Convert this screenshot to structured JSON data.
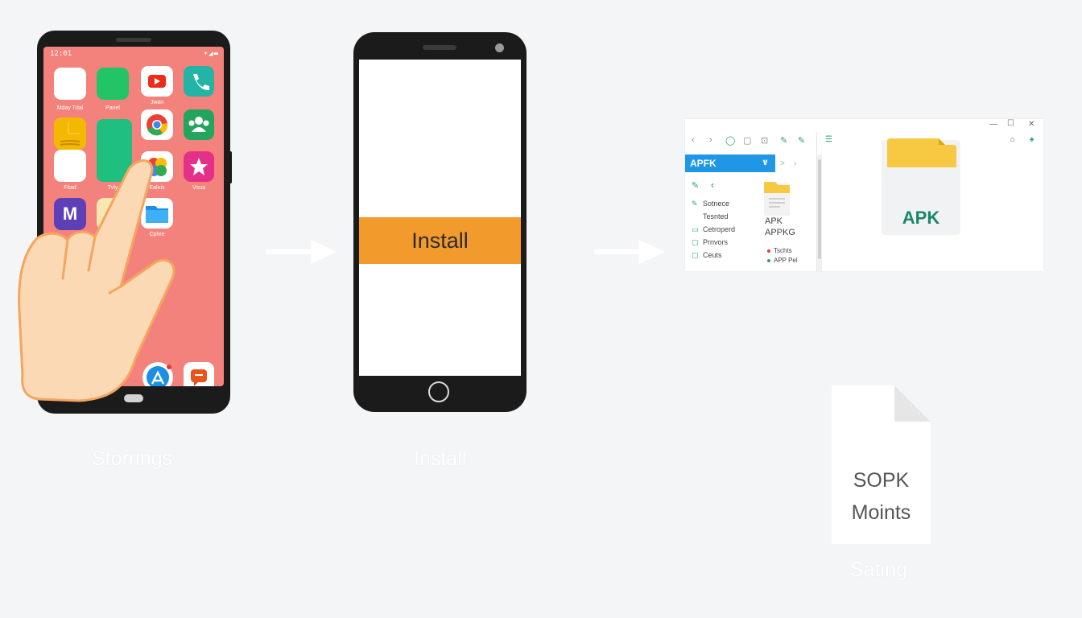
{
  "phone_home": {
    "status_time": "12:01",
    "status_icons": "▾◢▬",
    "apps": [
      {
        "name": "white-app",
        "label": "Mday Tdal",
        "color": "#ffffff"
      },
      {
        "name": "green-app",
        "label": "Panel",
        "color": "#22c466"
      },
      {
        "name": "youtube-app",
        "label": "Jwan",
        "color": "#ffffff"
      },
      {
        "name": "phone-app",
        "label": "",
        "color": "#23b4a6"
      },
      {
        "name": "notes-app",
        "label": "",
        "color": "#f5b800"
      },
      {
        "name": "chrome-app",
        "label": "",
        "color": "#ffffff"
      },
      {
        "name": "contacts-app",
        "label": "",
        "color": "#22a55c"
      },
      {
        "name": "white-app-2",
        "label": "Fitad",
        "color": "#ffffff"
      },
      {
        "name": "green-tall-app",
        "label": "Tvly",
        "color": "#1fbf7f"
      },
      {
        "name": "photos-app",
        "label": "Ealuis",
        "color": "#ffffff"
      },
      {
        "name": "pink-app",
        "label": "Vsua",
        "color": "#e5308a"
      },
      {
        "name": "m-app",
        "label": "",
        "glyph": "M",
        "color": "#5f3fb8"
      },
      {
        "name": "files-app",
        "label": "Cphre",
        "color": "#ffffff"
      },
      {
        "name": "appstore-app",
        "label": "",
        "color": "#ffffff"
      },
      {
        "name": "messages-app",
        "label": "",
        "color": "#ffffff"
      }
    ]
  },
  "phone_install": {
    "button_label": "Install"
  },
  "file_manager": {
    "window_controls": {
      "minimize": "—",
      "maximize": "☐",
      "close": "✕"
    },
    "toolbar_icons": [
      "‹",
      "›",
      "◯",
      "▢",
      "⊡",
      "✎"
    ],
    "folder_name": "APFK",
    "sidebar": [
      {
        "icon": "✎",
        "label": "Sotnece"
      },
      {
        "icon": "",
        "label": "Tesnted"
      },
      {
        "icon": "▭",
        "label": "Cetroperd"
      },
      {
        "icon": "▢",
        "label": "Prnvors"
      },
      {
        "icon": "▢",
        "label": "Ceuts"
      }
    ],
    "small_file": {
      "line1": "APK",
      "line2": "APPKG"
    },
    "list_items": [
      {
        "label": "Tschts",
        "color": "#e04040"
      },
      {
        "label": "APP Pel",
        "color": "#2aa07a"
      }
    ],
    "big_file_label": "APK"
  },
  "document": {
    "line1": "SOPK",
    "line2": "Moints"
  },
  "captions": {
    "step1": "Storrings",
    "step2": "Install",
    "step3": "Sating"
  }
}
